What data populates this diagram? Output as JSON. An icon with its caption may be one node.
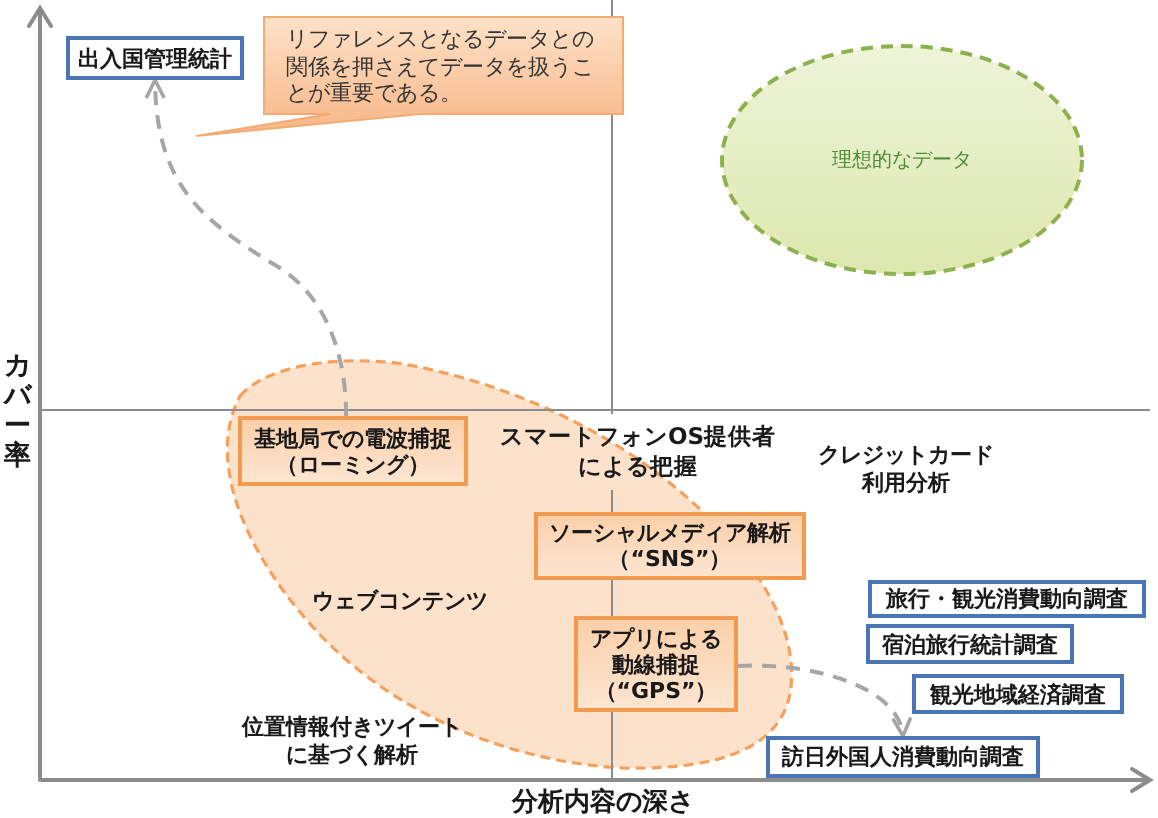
{
  "diagram": {
    "nodes": [
      {
        "text": [
          "出入国管理統計"
        ]
      },
      {
        "text": [
          "リファレンスとなるデータとの関係を押さえてデータを扱うことが重要である。"
        ]
      },
      {
        "text": [
          "理想的なデータ"
        ]
      },
      {
        "text": [],
        "shape": "ellipse"
      },
      {
        "text": [
          "基地局での電波捕捉（ローミング）"
        ],
        "in": 3
      },
      {
        "text": [
          "ソーシャルメディア解析（“SNS”）"
        ],
        "in": 3
      },
      {
        "text": [
          "アプリによる動線捕捉（“GPS”）"
        ],
        "in": 3
      },
      {
        "text": [
          "旅行・観光消費動向調査"
        ]
      },
      {
        "text": [
          "宿泊旅行統計調査"
        ]
      },
      {
        "text": [
          "観光地域経済調査"
        ]
      },
      {
        "text": [
          "訪日外国人消費動向調査"
        ]
      }
    ],
    "edges": [
      {
        "from": 4,
        "to": 0,
        "arrow": "to",
        "style": "dashed"
      },
      {
        "from": 6,
        "to": 10,
        "arrow": "to",
        "style": "dashed"
      }
    ],
    "labels": [
      "カバー率",
      "スマートフォンOS提供者による把握",
      "クレジットカード利用分析",
      "ウェブコンテンツ",
      "位置情報付きツイートに基づく解析",
      "分析内容の深さ"
    ]
  }
}
